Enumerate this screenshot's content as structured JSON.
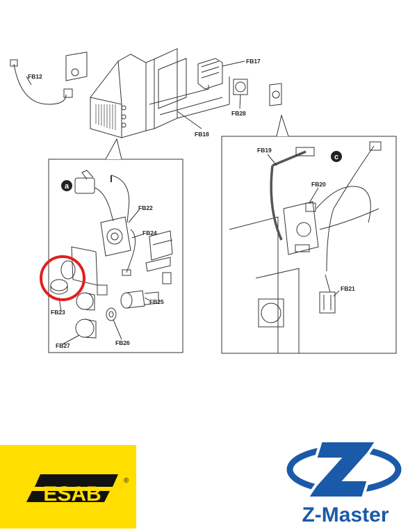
{
  "labels": {
    "fb12": "FB12",
    "fb17": "FB17",
    "fb18": "FB18",
    "fb28": "FB28",
    "fb19": "FB19",
    "fb20": "FB20",
    "fb21": "FB21",
    "fb22": "FB22",
    "fb23": "FB23",
    "fb24": "FB24",
    "fb25": "FB25",
    "fb26": "FB26",
    "fb27": "FB27"
  },
  "callouts": {
    "a": "a",
    "c": "c"
  },
  "logos": {
    "esab": {
      "text": "ESAB",
      "registered": "®",
      "color": "#ffde00"
    },
    "zmaster": {
      "text": "Z-Master",
      "color": "#1a5aa8"
    }
  },
  "highlight": {
    "color": "#e02020",
    "target": "FB23"
  }
}
